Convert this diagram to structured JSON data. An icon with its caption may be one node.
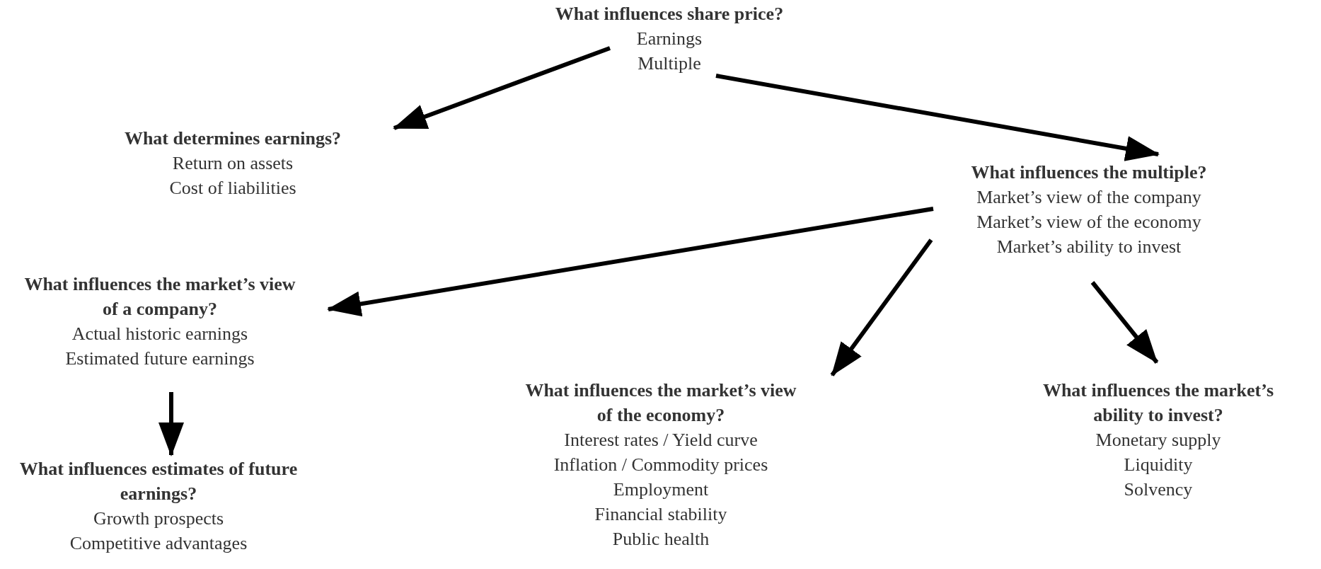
{
  "diagram": {
    "nodes": [
      {
        "text": [
          "What influences share price?",
          "Earnings",
          "Multiple"
        ]
      },
      {
        "text": [
          "What determines earnings?",
          "Return on assets",
          "Cost of liabilities"
        ]
      },
      {
        "text": [
          "What influences the multiple?",
          "Market’s view of the company",
          "Market’s view of the economy",
          "Market’s ability to invest"
        ]
      },
      {
        "text": [
          "What influences the market’s view of a company?",
          "Actual historic earnings",
          "Estimated future earnings"
        ]
      },
      {
        "text": [
          "What influences estimates of future earnings?",
          "Growth prospects",
          "Competitive advantages"
        ]
      },
      {
        "text": [
          "What influences the market’s view of the economy?",
          "Interest rates / Yield curve",
          "Inflation / Commodity prices",
          "Employment",
          "Financial stability",
          "Public health"
        ]
      },
      {
        "text": [
          "What influences the market’s ability to invest?",
          "Monetary supply",
          "Liquidity",
          "Solvency"
        ]
      }
    ],
    "edges": [
      {
        "from": 0,
        "to": 1,
        "arrow": "to"
      },
      {
        "from": 0,
        "to": 2,
        "arrow": "to"
      },
      {
        "from": 2,
        "to": 3,
        "arrow": "to"
      },
      {
        "from": 2,
        "to": 5,
        "arrow": "to"
      },
      {
        "from": 2,
        "to": 6,
        "arrow": "to"
      },
      {
        "from": 3,
        "to": 4,
        "arrow": "to"
      }
    ]
  }
}
